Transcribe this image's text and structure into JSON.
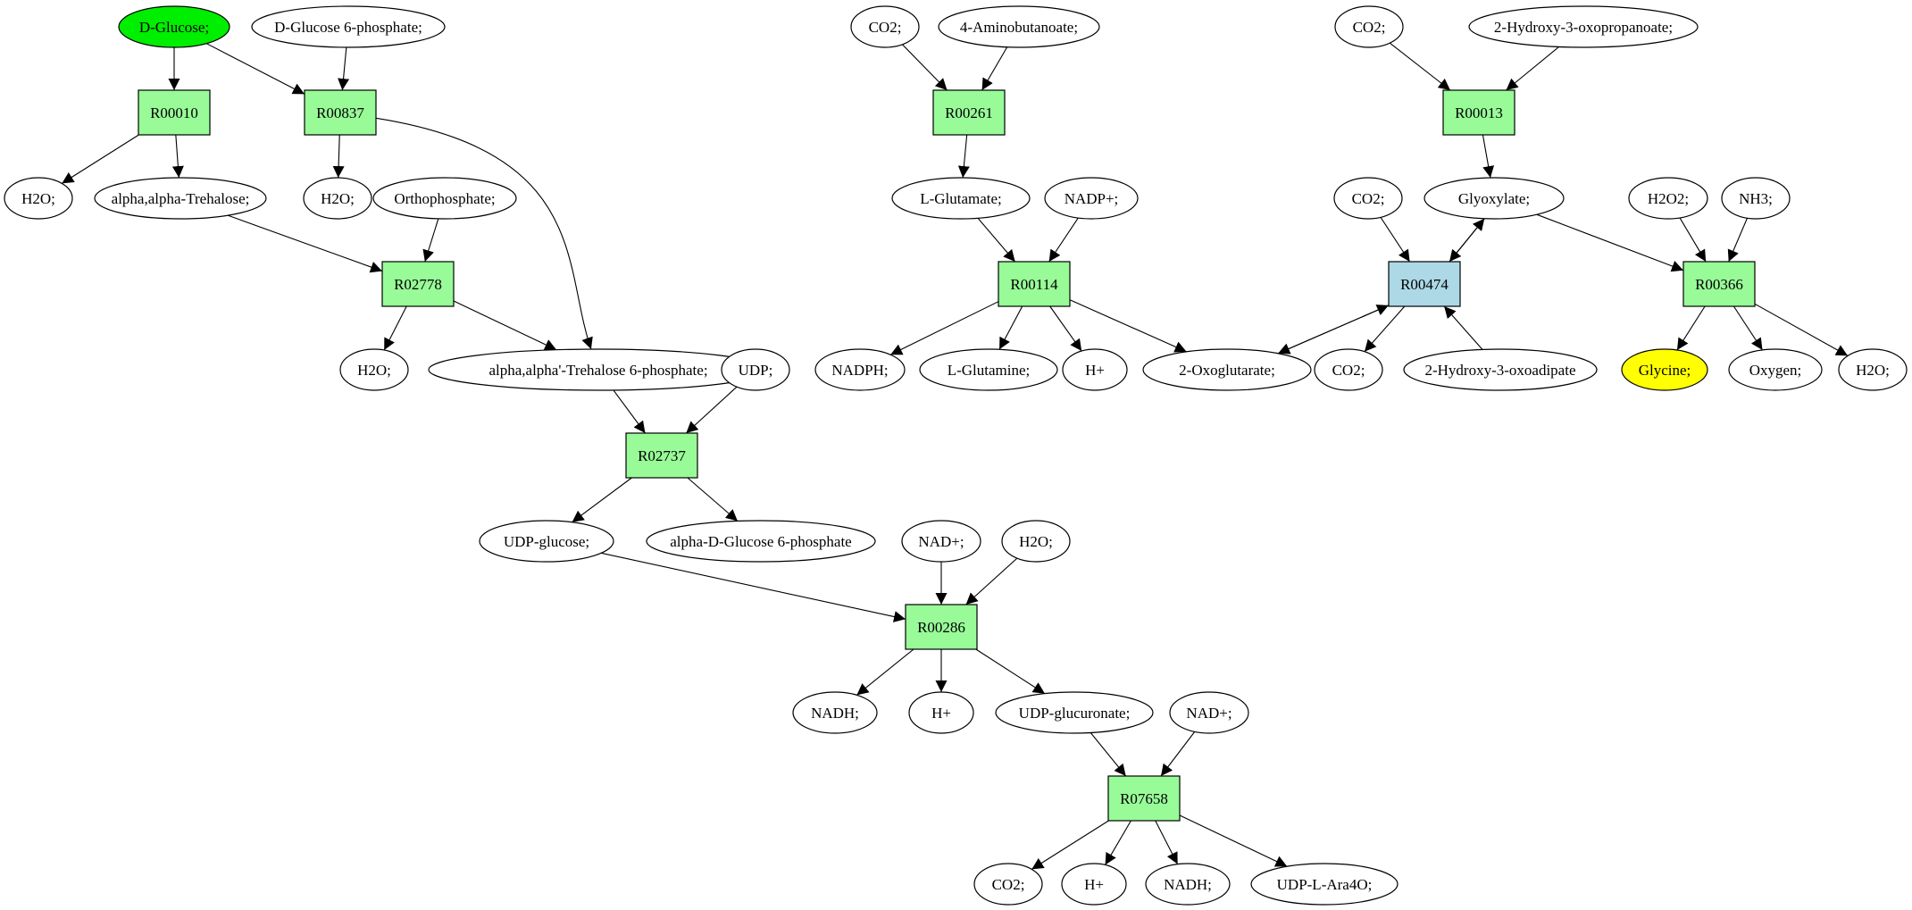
{
  "colors": {
    "reaction": "#98fb98",
    "reaction_highlight": "#add8e6",
    "start": "#00ee00",
    "target": "#ffff00",
    "compound": "#ffffff"
  },
  "nodes": [
    {
      "id": "dglucose",
      "label": "D-Glucose;",
      "kind": "compound",
      "fill": "start"
    },
    {
      "id": "dg6p",
      "label": "D-Glucose 6-phosphate;",
      "kind": "compound"
    },
    {
      "id": "R00010",
      "label": "R00010",
      "kind": "reaction"
    },
    {
      "id": "R00837",
      "label": "R00837",
      "kind": "reaction"
    },
    {
      "id": "h2o_a",
      "label": "H2O;",
      "kind": "compound"
    },
    {
      "id": "trehalose",
      "label": "alpha,alpha-Trehalose;",
      "kind": "compound"
    },
    {
      "id": "h2o_b",
      "label": "H2O;",
      "kind": "compound"
    },
    {
      "id": "orthophosphate",
      "label": "Orthophosphate;",
      "kind": "compound"
    },
    {
      "id": "R02778",
      "label": "R02778",
      "kind": "reaction"
    },
    {
      "id": "h2o_c",
      "label": "H2O;",
      "kind": "compound"
    },
    {
      "id": "t6p",
      "label": "alpha,alpha'-Trehalose 6-phosphate;",
      "kind": "compound"
    },
    {
      "id": "udp",
      "label": "UDP;",
      "kind": "compound"
    },
    {
      "id": "R02737",
      "label": "R02737",
      "kind": "reaction"
    },
    {
      "id": "udpglucose",
      "label": "UDP-glucose;",
      "kind": "compound"
    },
    {
      "id": "adg6p",
      "label": "alpha-D-Glucose 6-phosphate",
      "kind": "compound"
    },
    {
      "id": "nadp_a",
      "label": "NAD+;",
      "kind": "compound"
    },
    {
      "id": "h2o_d",
      "label": "H2O;",
      "kind": "compound"
    },
    {
      "id": "R00286",
      "label": "R00286",
      "kind": "reaction"
    },
    {
      "id": "nadh_a",
      "label": "NADH;",
      "kind": "compound"
    },
    {
      "id": "hplus_a",
      "label": "H+",
      "kind": "compound"
    },
    {
      "id": "udpglucuronate",
      "label": "UDP-glucuronate;",
      "kind": "compound"
    },
    {
      "id": "nad_b",
      "label": "NAD+;",
      "kind": "compound"
    },
    {
      "id": "R07658",
      "label": "R07658",
      "kind": "reaction"
    },
    {
      "id": "co2_d",
      "label": "CO2;",
      "kind": "compound"
    },
    {
      "id": "hplus_b",
      "label": "H+",
      "kind": "compound"
    },
    {
      "id": "nadh_b",
      "label": "NADH;",
      "kind": "compound"
    },
    {
      "id": "udpara4o",
      "label": "UDP-L-Ara4O;",
      "kind": "compound"
    },
    {
      "id": "co2_a",
      "label": "CO2;",
      "kind": "compound"
    },
    {
      "id": "aminobutanoate",
      "label": "4-Aminobutanoate;",
      "kind": "compound"
    },
    {
      "id": "R00261",
      "label": "R00261",
      "kind": "reaction"
    },
    {
      "id": "lglutamate",
      "label": "L-Glutamate;",
      "kind": "compound"
    },
    {
      "id": "nadpplus",
      "label": "NADP+;",
      "kind": "compound"
    },
    {
      "id": "R00114",
      "label": "R00114",
      "kind": "reaction"
    },
    {
      "id": "nadph",
      "label": "NADPH;",
      "kind": "compound"
    },
    {
      "id": "lglutamine",
      "label": "L-Glutamine;",
      "kind": "compound"
    },
    {
      "id": "hplus_c",
      "label": "H+",
      "kind": "compound"
    },
    {
      "id": "oxoglutarate",
      "label": "2-Oxoglutarate;",
      "kind": "compound"
    },
    {
      "id": "co2_b",
      "label": "CO2;",
      "kind": "compound"
    },
    {
      "id": "hydroxyoxopropanoate",
      "label": "2-Hydroxy-3-oxopropanoate;",
      "kind": "compound"
    },
    {
      "id": "R00013",
      "label": "R00013",
      "kind": "reaction"
    },
    {
      "id": "co2_c",
      "label": "CO2;",
      "kind": "compound"
    },
    {
      "id": "glyoxylate",
      "label": "Glyoxylate;",
      "kind": "compound"
    },
    {
      "id": "R00474",
      "label": "R00474",
      "kind": "reaction",
      "fill": "reaction_highlight"
    },
    {
      "id": "co2_e",
      "label": "CO2;",
      "kind": "compound"
    },
    {
      "id": "hydroxyoxoadipate",
      "label": "2-Hydroxy-3-oxoadipate",
      "kind": "compound"
    },
    {
      "id": "h2o2",
      "label": "H2O2;",
      "kind": "compound"
    },
    {
      "id": "nh3",
      "label": "NH3;",
      "kind": "compound"
    },
    {
      "id": "R00366",
      "label": "R00366",
      "kind": "reaction"
    },
    {
      "id": "glycine",
      "label": "Glycine;",
      "kind": "compound",
      "fill": "target"
    },
    {
      "id": "oxygen",
      "label": "Oxygen;",
      "kind": "compound"
    },
    {
      "id": "h2o_e",
      "label": "H2O;",
      "kind": "compound"
    }
  ],
  "edges": [
    {
      "from": "dglucose",
      "to": "R00010"
    },
    {
      "from": "dglucose",
      "to": "R00837"
    },
    {
      "from": "dg6p",
      "to": "R00837"
    },
    {
      "from": "R00010",
      "to": "h2o_a"
    },
    {
      "from": "R00010",
      "to": "trehalose"
    },
    {
      "from": "R00837",
      "to": "h2o_b"
    },
    {
      "from": "R00837",
      "to": "t6p"
    },
    {
      "from": "trehalose",
      "to": "R02778"
    },
    {
      "from": "orthophosphate",
      "to": "R02778"
    },
    {
      "from": "R02778",
      "to": "h2o_c"
    },
    {
      "from": "R02778",
      "to": "t6p"
    },
    {
      "from": "t6p",
      "to": "R02737"
    },
    {
      "from": "udp",
      "to": "R02737"
    },
    {
      "from": "R02737",
      "to": "udpglucose"
    },
    {
      "from": "R02737",
      "to": "adg6p"
    },
    {
      "from": "udpglucose",
      "to": "R00286"
    },
    {
      "from": "nadp_a",
      "to": "R00286"
    },
    {
      "from": "h2o_d",
      "to": "R00286"
    },
    {
      "from": "R00286",
      "to": "nadh_a"
    },
    {
      "from": "R00286",
      "to": "hplus_a"
    },
    {
      "from": "R00286",
      "to": "udpglucuronate"
    },
    {
      "from": "udpglucuronate",
      "to": "R07658"
    },
    {
      "from": "nad_b",
      "to": "R07658"
    },
    {
      "from": "R07658",
      "to": "co2_d"
    },
    {
      "from": "R07658",
      "to": "hplus_b"
    },
    {
      "from": "R07658",
      "to": "nadh_b"
    },
    {
      "from": "R07658",
      "to": "udpara4o"
    },
    {
      "from": "co2_a",
      "to": "R00261"
    },
    {
      "from": "aminobutanoate",
      "to": "R00261"
    },
    {
      "from": "R00261",
      "to": "lglutamate"
    },
    {
      "from": "lglutamate",
      "to": "R00114"
    },
    {
      "from": "nadpplus",
      "to": "R00114"
    },
    {
      "from": "R00114",
      "to": "nadph"
    },
    {
      "from": "R00114",
      "to": "lglutamine"
    },
    {
      "from": "R00114",
      "to": "hplus_c"
    },
    {
      "from": "R00114",
      "to": "oxoglutarate"
    },
    {
      "from": "co2_b",
      "to": "R00013"
    },
    {
      "from": "hydroxyoxopropanoate",
      "to": "R00013"
    },
    {
      "from": "R00013",
      "to": "glyoxylate"
    },
    {
      "from": "co2_c",
      "to": "R00474"
    },
    {
      "from": "glyoxylate",
      "to": "R00474"
    },
    {
      "from": "R00474",
      "to": "glyoxylate"
    },
    {
      "from": "R00474",
      "to": "oxoglutarate"
    },
    {
      "from": "oxoglutarate",
      "to": "R00474"
    },
    {
      "from": "R00474",
      "to": "co2_e"
    },
    {
      "from": "hydroxyoxoadipate",
      "to": "R00474"
    },
    {
      "from": "glyoxylate",
      "to": "R00366"
    },
    {
      "from": "h2o2",
      "to": "R00366"
    },
    {
      "from": "nh3",
      "to": "R00366"
    },
    {
      "from": "R00366",
      "to": "glycine"
    },
    {
      "from": "R00366",
      "to": "oxygen"
    },
    {
      "from": "R00366",
      "to": "h2o_e"
    }
  ]
}
